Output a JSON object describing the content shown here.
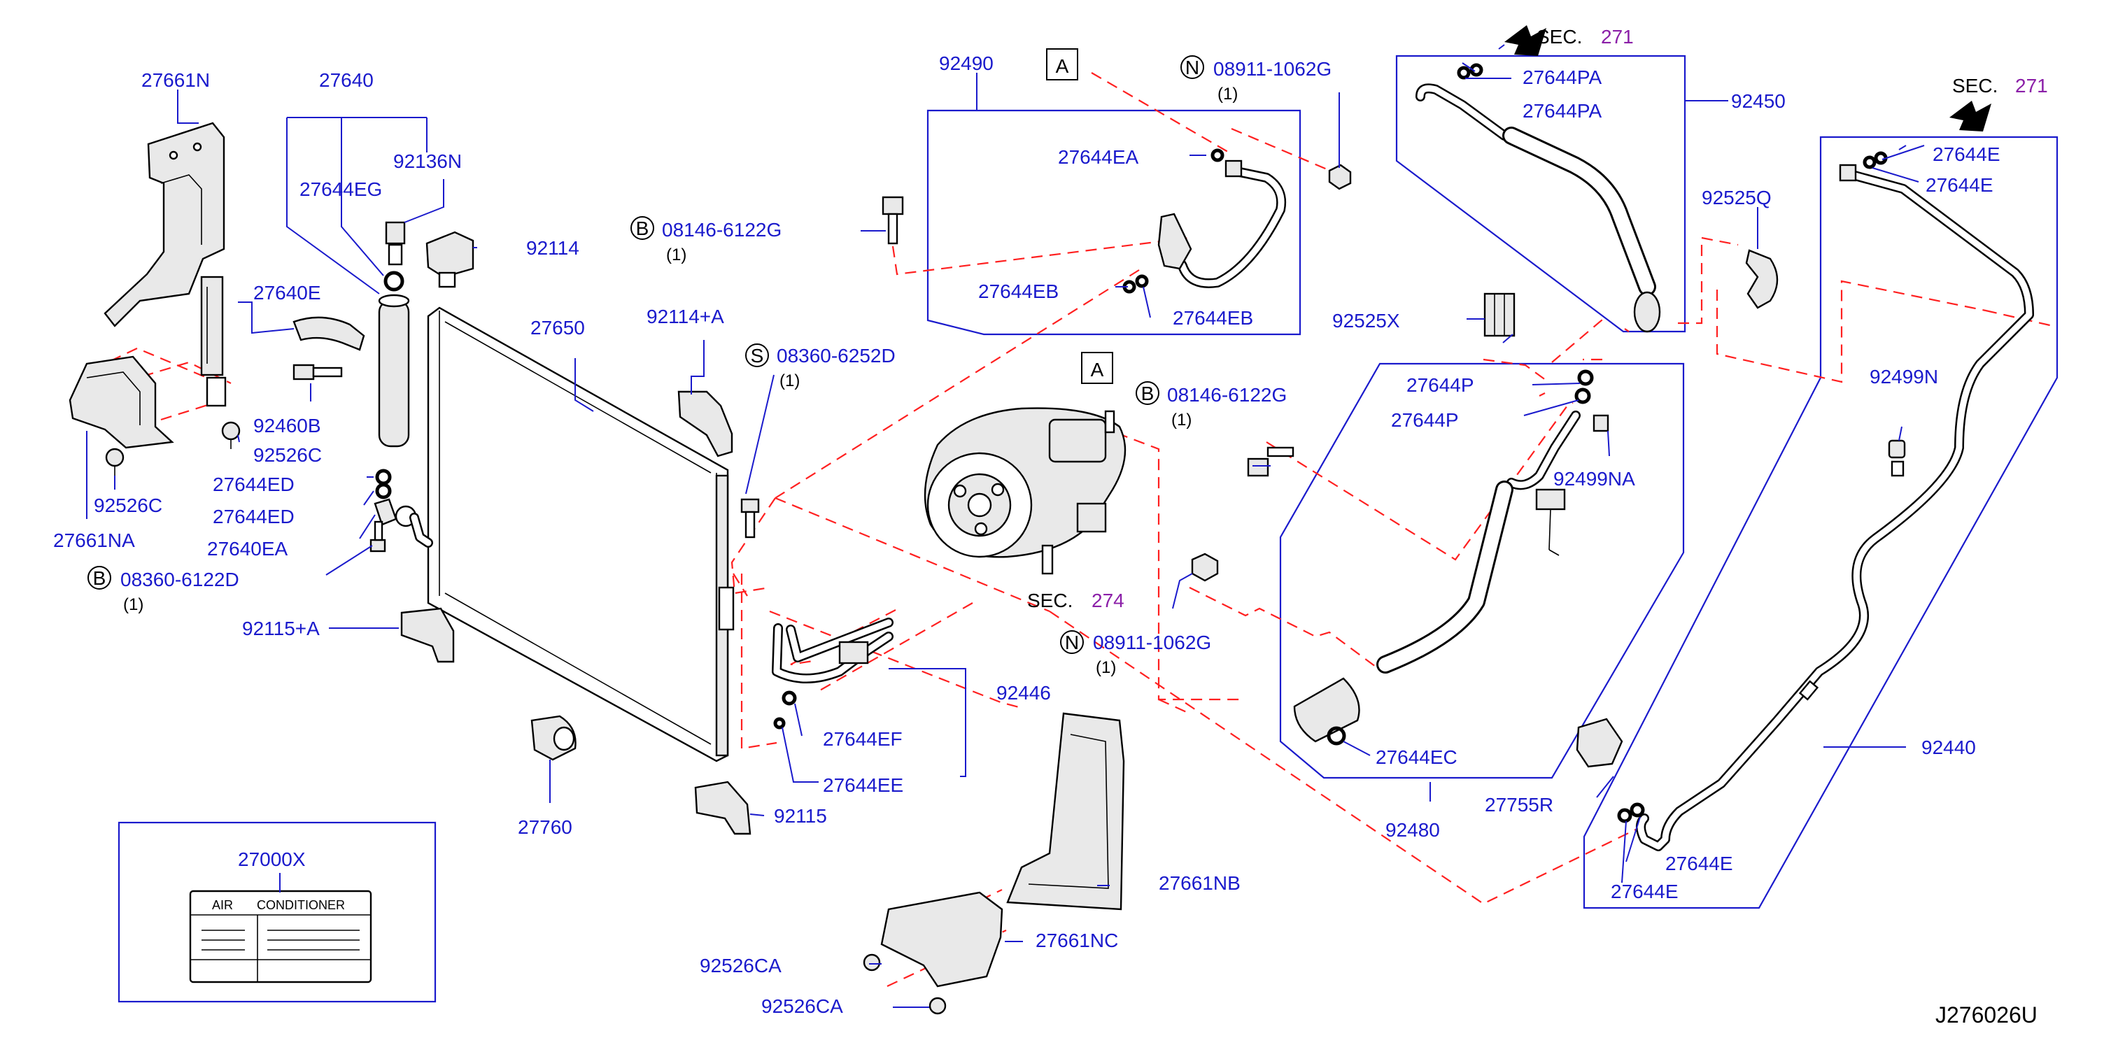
{
  "parts": {
    "p27661N": "27661N",
    "p27640": "27640",
    "p92136N": "92136N",
    "p27644EG": "27644EG",
    "p92114": "92114",
    "p27640E": "27640E",
    "p92460B": "92460B",
    "p92526C_a": "92526C",
    "p92526C_b": "92526C",
    "p27644ED_a": "27644ED",
    "p27644ED_b": "27644ED",
    "p27640EA": "27640EA",
    "p27661NA": "27661NA",
    "p92115A": "92115+A",
    "p27650": "27650",
    "p92114A": "92114+A",
    "p27760": "27760",
    "p92115": "92115",
    "p27000X": "27000X",
    "p92490": "92490",
    "p27644EA": "27644EA",
    "p27644EB_a": "27644EB",
    "p27644EB_b": "27644EB",
    "p92446": "92446",
    "p27644EF": "27644EF",
    "p27644EE": "27644EE",
    "p27661NB": "27661NB",
    "p27661NC": "27661NC",
    "p92526CA_a": "92526CA",
    "p92526CA_b": "92526CA",
    "p92450": "92450",
    "p27644PA_a": "27644PA",
    "p27644PA_b": "27644PA",
    "p92525Q": "92525Q",
    "p92525X": "92525X",
    "p27644P_a": "27644P",
    "p27644P_b": "27644P",
    "p92499NA": "92499NA",
    "p27644EC": "27644EC",
    "p92480": "92480",
    "p27755R": "27755R",
    "p92440": "92440",
    "p92499N": "92499N",
    "p27644E_a": "27644E",
    "p27644E_b": "27644E",
    "p27644E_c": "27644E",
    "p27644E_d": "27644E"
  },
  "fasteners": {
    "b1": {
      "letter": "B",
      "number": "08146-6122G",
      "qty": "(1)"
    },
    "b2": {
      "letter": "B",
      "number": "08146-6122G",
      "qty": "(1)"
    },
    "b3": {
      "letter": "B",
      "number": "08360-6122D",
      "qty": "(1)"
    },
    "s1": {
      "letter": "S",
      "number": "08360-6252D",
      "qty": "(1)"
    },
    "n1": {
      "letter": "N",
      "number": "08911-1062G",
      "qty": "(1)"
    },
    "n2": {
      "letter": "N",
      "number": "08911-1062G",
      "qty": "(1)"
    }
  },
  "refs": {
    "a1": "A",
    "a2": "A",
    "sec271_a": {
      "label": "SEC.",
      "number": "271"
    },
    "sec271_b": {
      "label": "SEC.",
      "number": "271"
    },
    "sec274": {
      "label": "SEC.",
      "number": "274"
    }
  },
  "label_card": {
    "col1": "AIR",
    "col2": "CONDITIONER"
  },
  "diagram_code": "J276026U",
  "colors": {
    "callout": "#1a1acc",
    "dashed_link": "#ff2020",
    "section_number": "#8b1fa8"
  }
}
